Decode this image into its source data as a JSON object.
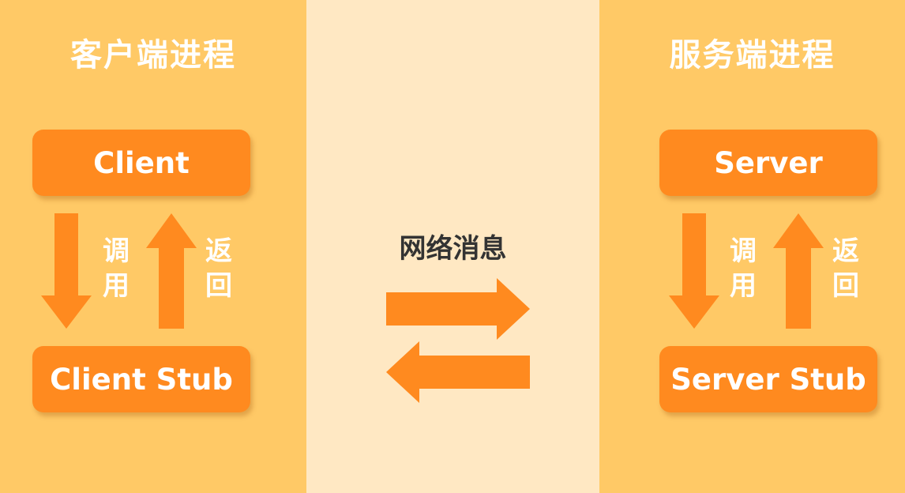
{
  "client_side": {
    "title": "客户端进程",
    "top_box": "Client",
    "bottom_box": "Client Stub",
    "call_label": "调\n用",
    "return_label": "返\n回"
  },
  "network": {
    "label": "网络消息"
  },
  "server_side": {
    "title": "服务端进程",
    "top_box": "Server",
    "bottom_box": "Server Stub",
    "call_label": "调\n用",
    "return_label": "返\n回"
  },
  "colors": {
    "panel": "#FFC966",
    "middle_panel": "#FFE8C3",
    "box": "#FF8A1F",
    "arrow": "#FF8A1F",
    "heading_text": "#FFFFFF",
    "network_text": "#333333"
  }
}
